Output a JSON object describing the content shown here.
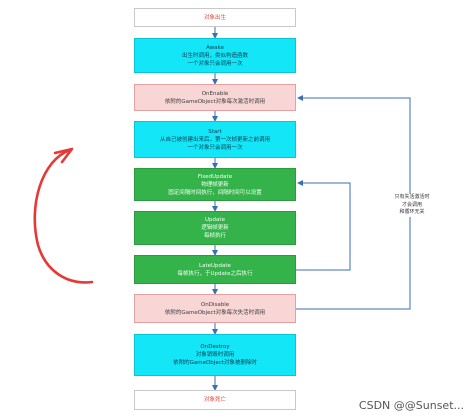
{
  "nodes": [
    {
      "title": "对象出生",
      "lines": [],
      "color": "plain"
    },
    {
      "title": "Awake",
      "lines": [
        "出生时调用，类似构造函数",
        "一个对象只会调用一次"
      ],
      "color": "cyan"
    },
    {
      "title": "OnEnable",
      "lines": [
        "依附的GameObject对象每次激活时调用"
      ],
      "color": "pink"
    },
    {
      "title": "Start",
      "lines": [
        "从自己被创建出来后，第一次帧更新之前调用",
        "一个对象只会调用一次"
      ],
      "color": "cyan"
    },
    {
      "title": "FixedUpdate",
      "lines": [
        "物理帧更新",
        "固定间隔时间执行，间隔时间可以设置"
      ],
      "color": "green"
    },
    {
      "title": "Update",
      "lines": [
        "逻辑帧更新",
        "每帧执行"
      ],
      "color": "green"
    },
    {
      "title": "LateUpdate",
      "lines": [
        "每帧执行，于Update之后执行"
      ],
      "color": "green"
    },
    {
      "title": "OnDisable",
      "lines": [
        "依附的GameObject对象每次失活时调用"
      ],
      "color": "pink"
    },
    {
      "title": "OnDestroy",
      "lines": [
        "对象销毁时调用",
        "依附的GameObject对象被删除时"
      ],
      "color": "cyan"
    },
    {
      "title": "对象死亡",
      "lines": [],
      "color": "plain"
    }
  ],
  "side_note": [
    "只有失活激活时",
    "才会调用",
    "和循环无关"
  ],
  "watermark": "CSDN @@Sunset..."
}
